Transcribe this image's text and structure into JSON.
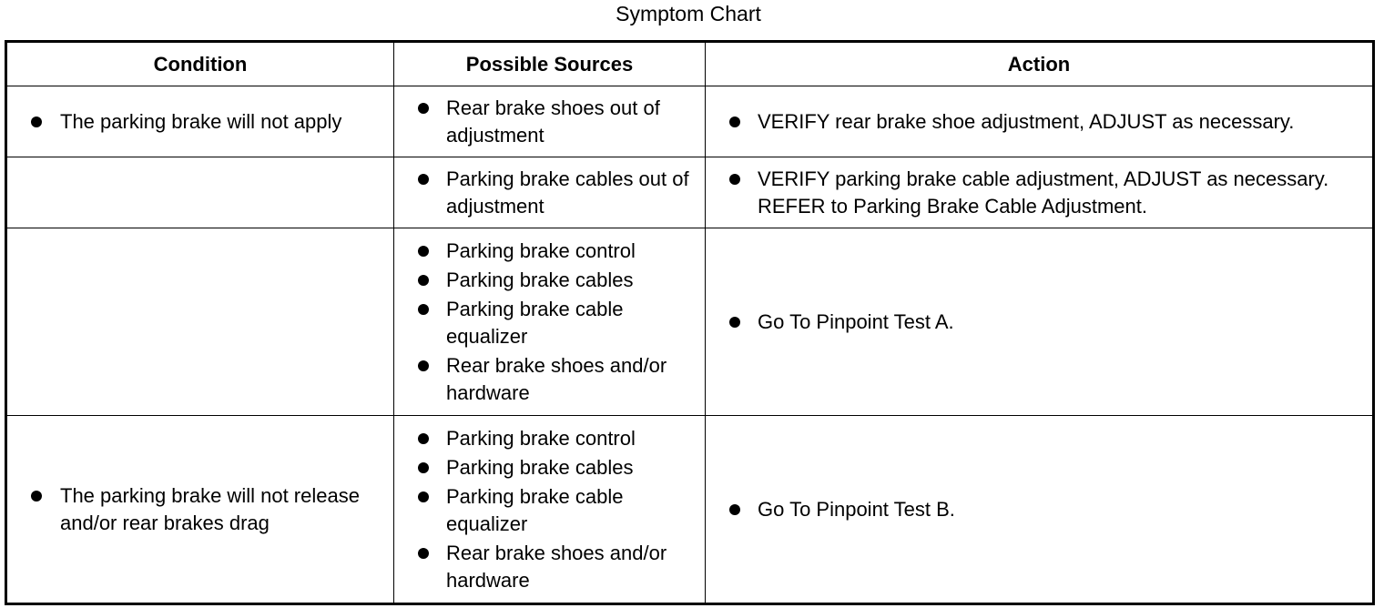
{
  "title": "Symptom Chart",
  "headers": [
    "Condition",
    "Possible Sources",
    "Action"
  ],
  "rows": [
    {
      "condition": [
        "The parking brake will not apply"
      ],
      "sources": [
        "Rear brake shoes out of adjustment"
      ],
      "actions": [
        "VERIFY rear brake shoe adjustment, ADJUST as necessary."
      ]
    },
    {
      "condition": [],
      "sources": [
        "Parking brake cables out of adjustment"
      ],
      "actions": [
        "VERIFY parking brake cable adjustment, ADJUST as necessary. REFER to Parking Brake Cable Adjustment."
      ]
    },
    {
      "condition": [],
      "sources": [
        "Parking brake control",
        "Parking brake cables",
        "Parking brake cable equalizer",
        "Rear brake shoes and/or hardware"
      ],
      "actions": [
        "Go To Pinpoint Test A."
      ]
    },
    {
      "condition": [
        "The parking brake will not release and/or rear brakes drag"
      ],
      "sources": [
        "Parking brake control",
        "Parking brake cables",
        "Parking brake cable equalizer",
        "Rear brake shoes and/or hardware"
      ],
      "actions": [
        "Go To Pinpoint Test B."
      ]
    }
  ]
}
